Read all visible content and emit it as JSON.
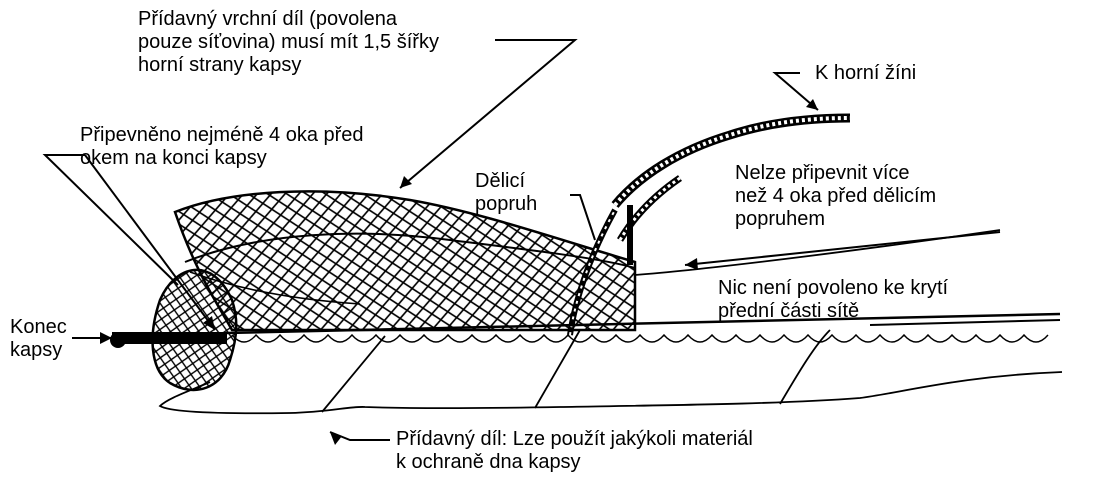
{
  "labels": {
    "additional_top_line1": "Přídavný vrchní díl (povolena",
    "additional_top_line2": "pouze síťovina) musí mít 1,5 šířky",
    "additional_top_line3": "horní strany kapsy",
    "to_headline": "K horní žíni",
    "attached_line1": "Připevněno nejméně 4 oka před",
    "attached_line2": "okem na konci kapsy",
    "splitting_strap_line1": "Dělicí",
    "splitting_strap_line2": "popruh",
    "no_more_line1": "Nelze připevnit více",
    "no_more_line2": "než 4 oka před dělicím",
    "no_more_line3": "popruhem",
    "nothing_allowed_line1": "Nic není povoleno ke krytí",
    "nothing_allowed_line2": "přední části sítě",
    "codend_line1": "Konec",
    "codend_line2": "kapsy",
    "bottom_line1": "Přídavný díl: Lze použít jakýkoli materiál",
    "bottom_line2": "k ochraně dna kapsy"
  }
}
